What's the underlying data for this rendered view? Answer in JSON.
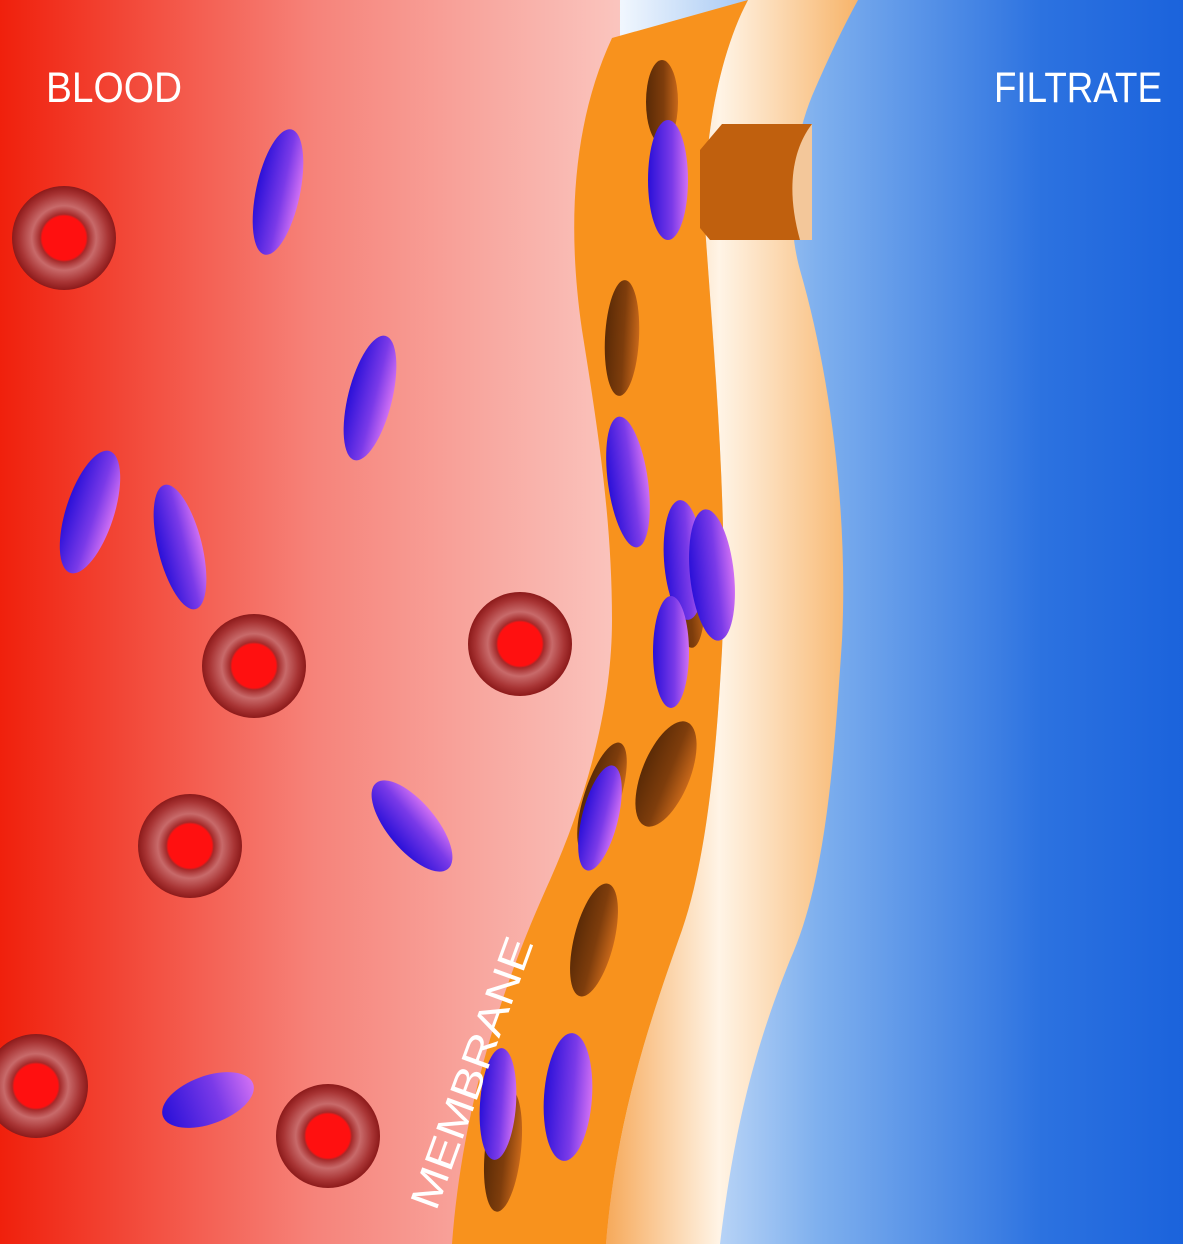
{
  "labels": {
    "blood": "BLOOD",
    "filtrate": "FILTRATE",
    "membrane": "MEMBRANE"
  },
  "colors": {
    "blood_dark": "#f0200c",
    "blood_light": "#fbd3cd",
    "filtrate_light": "#eaf3fd",
    "filtrate_dark": "#1e68de",
    "membrane_front": "#f8921e",
    "membrane_side_light": "#fff4e4",
    "membrane_side_dark": "#f5b063",
    "pore_dark": "#5e2d08",
    "solute_light": "#ce6bf2",
    "solute_dark": "#2b12d9",
    "cell_outer": "#8f1b1b",
    "cell_core": "#ff0d0d"
  }
}
